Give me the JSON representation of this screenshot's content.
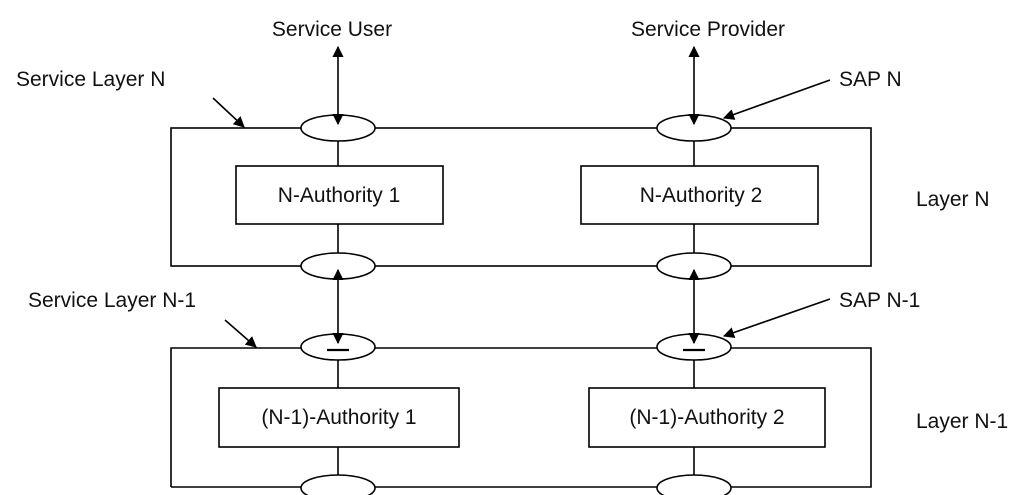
{
  "labels": {
    "service_user": "Service User",
    "service_provider": "Service Provider",
    "service_layer_n": "Service Layer N",
    "sap_n": "SAP N",
    "layer_n": "Layer N",
    "service_layer_n1": "Service Layer N-1",
    "sap_n1": "SAP N-1",
    "layer_n1": "Layer N-1"
  },
  "boxes": {
    "n_authority_1": "N-Authority 1",
    "n_authority_2": "N-Authority 2",
    "n1_authority_1": "(N-1)-Authority 1",
    "n1_authority_2": "(N-1)-Authority 2"
  }
}
